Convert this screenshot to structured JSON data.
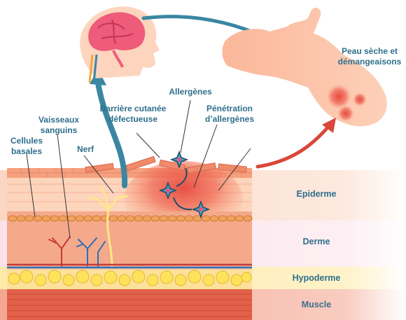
{
  "labels": {
    "peau_seche": "Peau sèche et\ndémangeaisons",
    "allergenes": "Allergènes",
    "barriere": "Barrière cutanée\ndéfectueuse",
    "penetration": "Pénétration\nd’allergènes",
    "vaisseaux": "Vaisseaux\nsanguins",
    "cellules": "Cellules\nbasales",
    "nerf": "Nerf"
  },
  "layers": {
    "epiderme": "Epiderme",
    "derme": "Derme",
    "hypoderme": "Hypoderme",
    "muscle": "Muscle"
  },
  "colors": {
    "label_text": "#2f6f8c",
    "arrow_blue": "#3a86a3",
    "arrow_red": "#d9473a",
    "skin_light": "#ffd9bf",
    "skin_dark": "#f7a37a",
    "muscle": "#e2614a",
    "fat": "#ffe066"
  }
}
